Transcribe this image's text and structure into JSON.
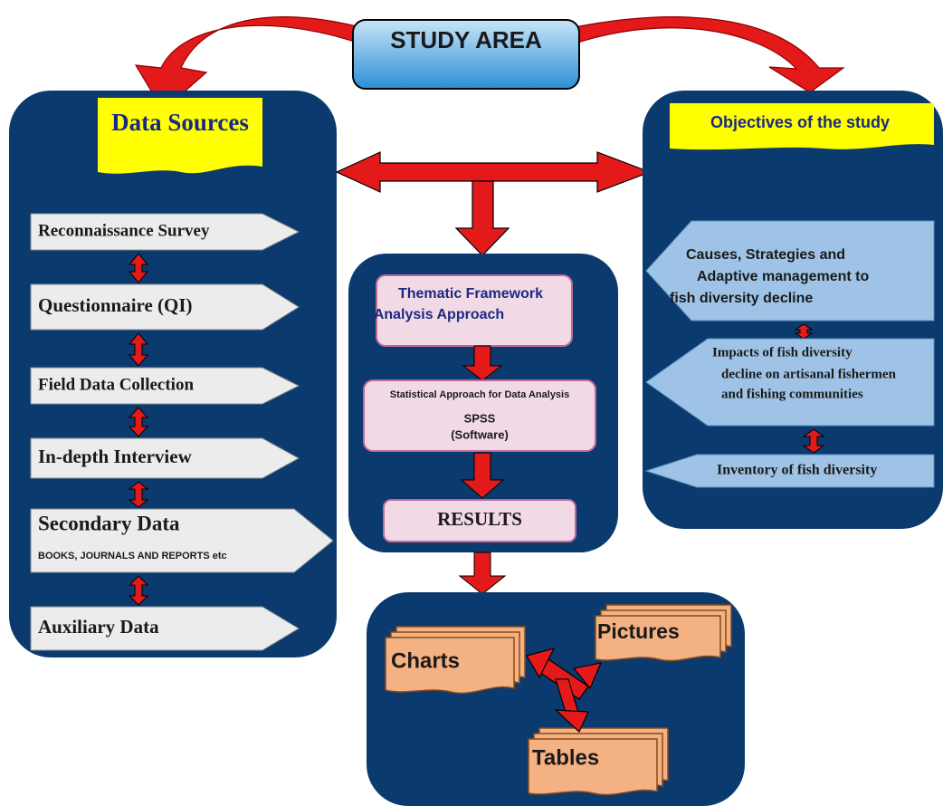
{
  "title": "STUDY AREA",
  "data_sources": {
    "heading": "Data Sources",
    "items": [
      {
        "label": "Reconnaissance Survey",
        "sub": ""
      },
      {
        "label": "Questionnaire (QI)",
        "sub": ""
      },
      {
        "label": "Field Data Collection",
        "sub": ""
      },
      {
        "label": "In-depth Interview",
        "sub": ""
      },
      {
        "label": "Secondary Data",
        "sub": "BOOKS, JOURNALS AND REPORTS etc"
      },
      {
        "label": "Auxiliary Data",
        "sub": ""
      }
    ]
  },
  "analysis": {
    "thematic": {
      "line1": "Thematic Framework",
      "line2": "Analysis Approach"
    },
    "statistical": {
      "line1": "Statistical Approach for Data Analysis",
      "line2": "SPSS",
      "line3": "(Software)"
    },
    "results": "RESULTS"
  },
  "objectives": {
    "heading": "Objectives of  the study",
    "items": [
      {
        "lines": [
          "Causes, Strategies and",
          "Adaptive management to",
          "fish diversity decline"
        ]
      },
      {
        "lines": [
          "Impacts of fish diversity",
          "decline on artisanal fishermen",
          "and fishing communities"
        ]
      },
      {
        "lines": [
          "Inventory of fish diversity"
        ]
      }
    ]
  },
  "outputs": {
    "charts": "Charts",
    "pictures": "Pictures",
    "tables": "Tables"
  },
  "colors": {
    "panel": "#0b3a6e",
    "arrow": "#e41a1a",
    "note_yellow": "#ffff00",
    "box_pink": "#f2d9e6",
    "objective_blue": "#9ec3e6",
    "output_orange": "#f4b183"
  }
}
